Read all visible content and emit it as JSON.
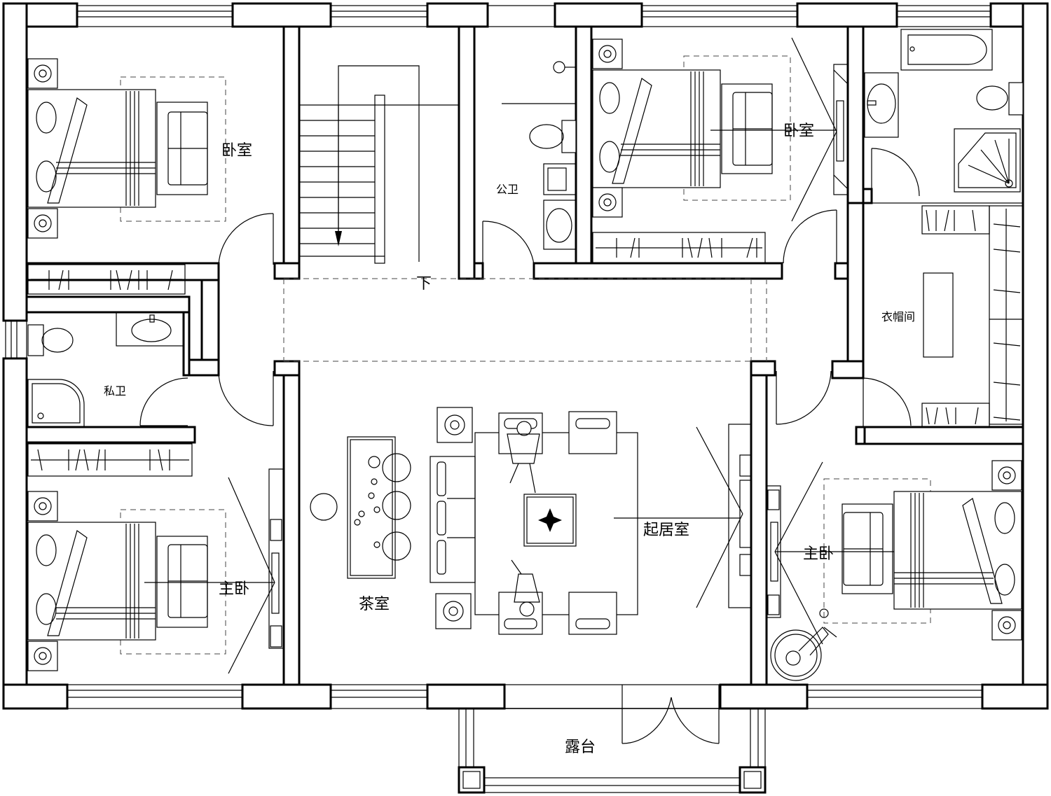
{
  "rooms": {
    "bedroom_nw": "卧室",
    "stair_label": "下",
    "public_bath": "公卫",
    "bedroom_ne": "卧室",
    "closet": "衣帽间",
    "private_bath": "私卫",
    "master_sw": "主卧",
    "tea_room": "茶室",
    "living_room": "起居室",
    "master_se": "主卧",
    "terrace": "露台"
  },
  "icons": {
    "bed": "double-bed-icon",
    "sofa": "sofa-icon",
    "nightstand": "nightstand-lamp-icon",
    "toilet": "toilet-icon",
    "basin": "wash-basin-icon",
    "bathtub": "bathtub-icon",
    "shower": "corner-shower-icon",
    "stair": "staircase-icon",
    "door": "door-swing-icon"
  }
}
